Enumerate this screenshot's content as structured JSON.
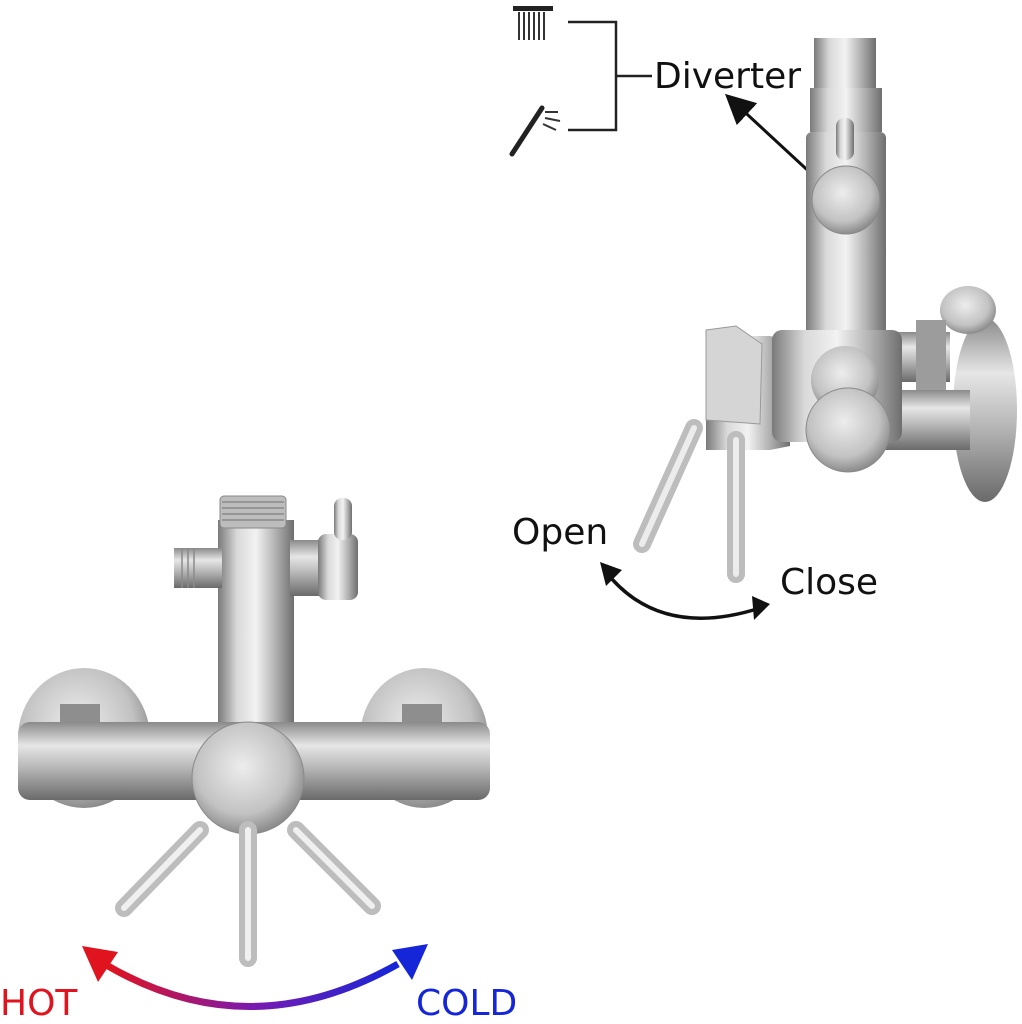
{
  "labels": {
    "diverter": "Diverter",
    "open": "Open",
    "close": "Close",
    "hot": "HOT",
    "cold": "COLD"
  },
  "colors": {
    "text": "#111111",
    "hot": "#e0141e",
    "cold": "#1426d8",
    "steel_light": "#e4e4e4",
    "steel_mid": "#a9a9a9",
    "steel_dark": "#6f6f6f"
  },
  "icons": {
    "overhead_shower": "rain-shower-head-icon",
    "hand_shower": "hand-shower-icon"
  }
}
